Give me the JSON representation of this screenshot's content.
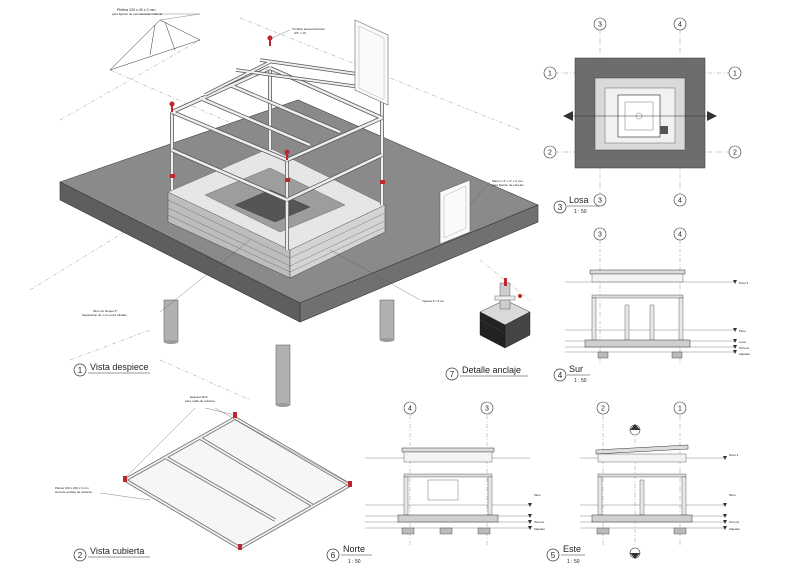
{
  "views": {
    "v1": {
      "num": "1",
      "title": "Vista despiece"
    },
    "v2": {
      "num": "2",
      "title": "Vista cubierta"
    },
    "v3": {
      "num": "3",
      "title": "Losa",
      "scale": "1 : 50"
    },
    "v4": {
      "num": "4",
      "title": "Sur",
      "scale": "1 : 50"
    },
    "v5": {
      "num": "5",
      "title": "Este",
      "scale": "1 : 50"
    },
    "v6": {
      "num": "6",
      "title": "Norte",
      "scale": "1 : 50"
    },
    "v7": {
      "num": "7",
      "title": "Detalle anclaje"
    }
  },
  "notes": {
    "pletina_a": "Pletina 120 x 40 x 2 mm",
    "pletina_b": "para fijación de estructura de cubierta",
    "tornillos_a": "Tornillos autoperforantes",
    "tornillos_b": "3/4\" x 10",
    "marco_a": "Marco L 2\" x 2\" x 3 mm",
    "marco_b": "para fijación de paneles",
    "muro_a": "Muro de bloque 6\"",
    "muro_b": "Separación de 1 cm entre hiladas",
    "viga": "Viguela 8 x 6 cm",
    "esquina_a": "Esquina M16",
    "esquina_b": "para malla de cubierta",
    "placas_a": "Placas 100 x 200 x 6 mm",
    "placas_b": "Guía de anclaje de cubierta"
  },
  "grid": {
    "g1": "1",
    "g2": "2",
    "g3": "3",
    "g4": "4"
  },
  "levels": {
    "nivel3": "Nivel 3",
    "muro": "Muro",
    "losa": "Losa",
    "terreno": "Terreno",
    "zapatas": "Zapatas"
  }
}
